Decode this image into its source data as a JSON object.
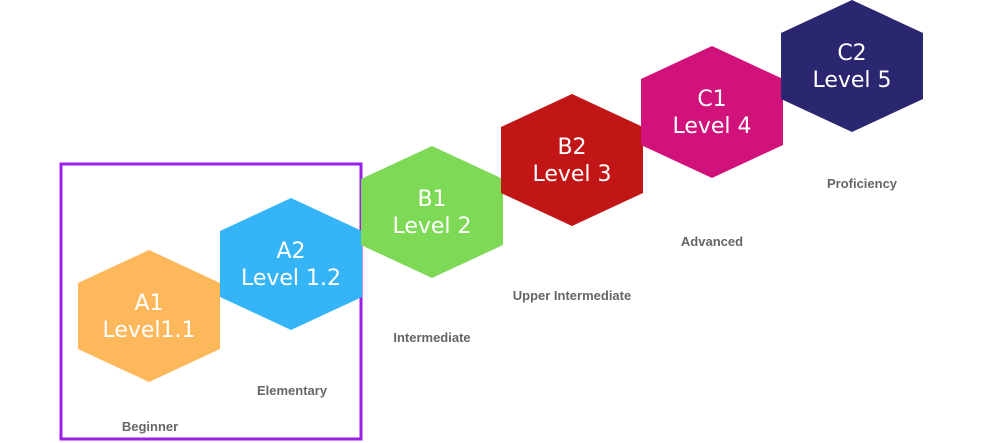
{
  "levels": [
    {
      "code": "A1",
      "label": "Level1.1",
      "caption": "Beginner",
      "color": "#FDB85C"
    },
    {
      "code": "A2",
      "label": "Level 1.2",
      "caption": "Elementary",
      "color": "#35B5F8"
    },
    {
      "code": "B1",
      "label": "Level 2",
      "caption": "Intermediate",
      "color": "#7ED957"
    },
    {
      "code": "B2",
      "label": "Level 3",
      "caption": "Upper Intermediate",
      "color": "#C21616"
    },
    {
      "code": "C1",
      "label": "Level 4",
      "caption": "Advanced",
      "color": "#D1127A"
    },
    {
      "code": "C2",
      "label": "Level 5",
      "caption": "Proficiency",
      "color": "#2A2670"
    }
  ],
  "highlight_color": "#9B1FE8"
}
